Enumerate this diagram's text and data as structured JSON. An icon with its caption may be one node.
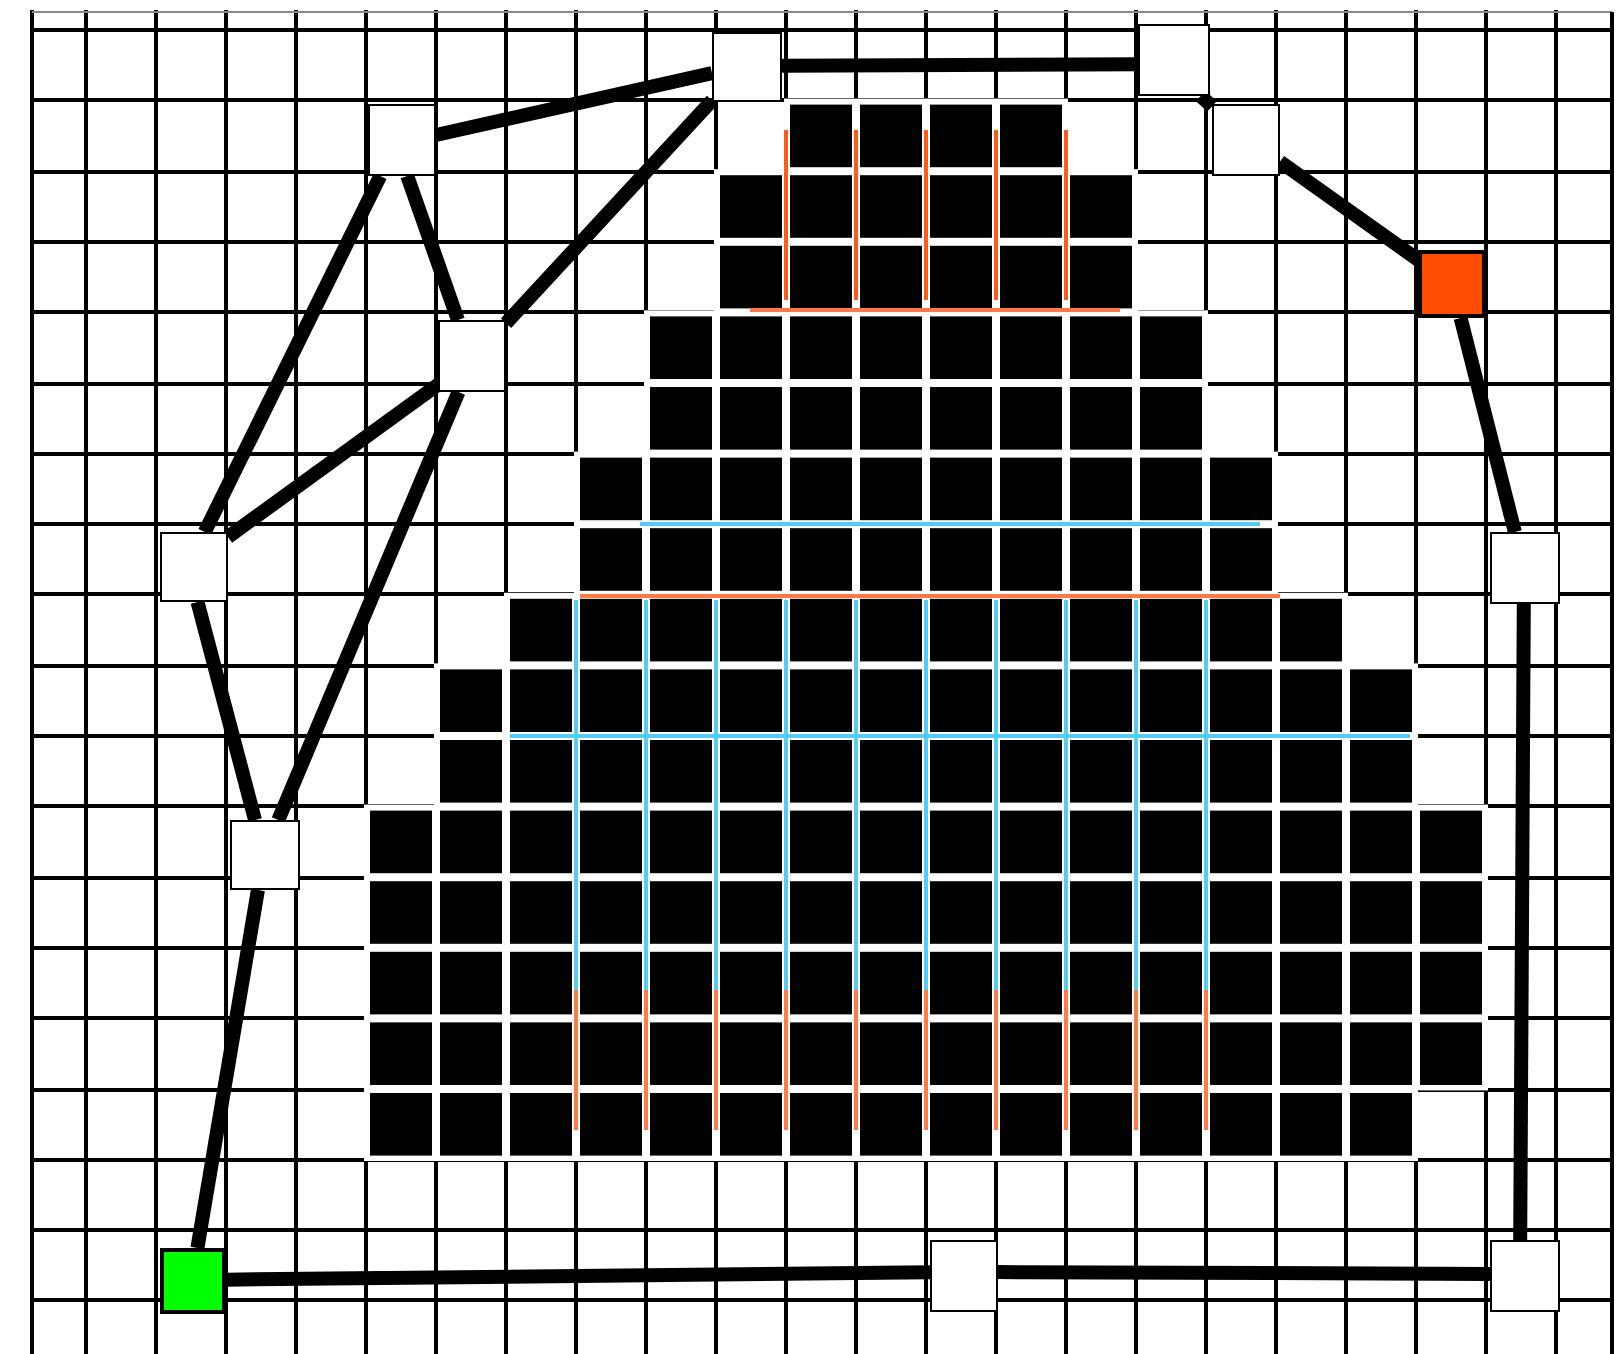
{
  "diagram": {
    "nodes": [
      {
        "text": [],
        "shape": "box"
      },
      {
        "text": [],
        "shape": "box"
      },
      {
        "text": [],
        "shape": "box"
      },
      {
        "text": [],
        "shape": "box"
      },
      {
        "text": [],
        "shape": "box"
      },
      {
        "text": [],
        "shape": "box"
      },
      {
        "text": [],
        "shape": "box"
      },
      {
        "text": [],
        "shape": "box"
      },
      {
        "text": [],
        "shape": "box"
      },
      {
        "text": [],
        "shape": "box"
      },
      {
        "text": [],
        "shape": "box"
      },
      {
        "text": [],
        "shape": "box"
      }
    ],
    "edges": [
      {
        "from": 9,
        "to": 8,
        "arrow": "none"
      },
      {
        "from": 8,
        "to": 6,
        "arrow": "none"
      },
      {
        "from": 6,
        "to": 2,
        "arrow": "none"
      },
      {
        "from": 2,
        "to": 5,
        "arrow": "none"
      },
      {
        "from": 6,
        "to": 5,
        "arrow": "none"
      },
      {
        "from": 8,
        "to": 5,
        "arrow": "none"
      },
      {
        "from": 5,
        "to": 1,
        "arrow": "none"
      },
      {
        "from": 2,
        "to": 1,
        "arrow": "none"
      },
      {
        "from": 1,
        "to": 0,
        "arrow": "none"
      },
      {
        "from": 0,
        "to": 3,
        "arrow": "none"
      },
      {
        "from": 3,
        "to": 4,
        "arrow": "none"
      },
      {
        "from": 4,
        "to": 7,
        "arrow": "none"
      },
      {
        "from": 7,
        "to": 11,
        "arrow": "none"
      },
      {
        "from": 11,
        "to": 10,
        "arrow": "none"
      },
      {
        "from": 10,
        "to": 9,
        "arrow": "none"
      }
    ]
  }
}
